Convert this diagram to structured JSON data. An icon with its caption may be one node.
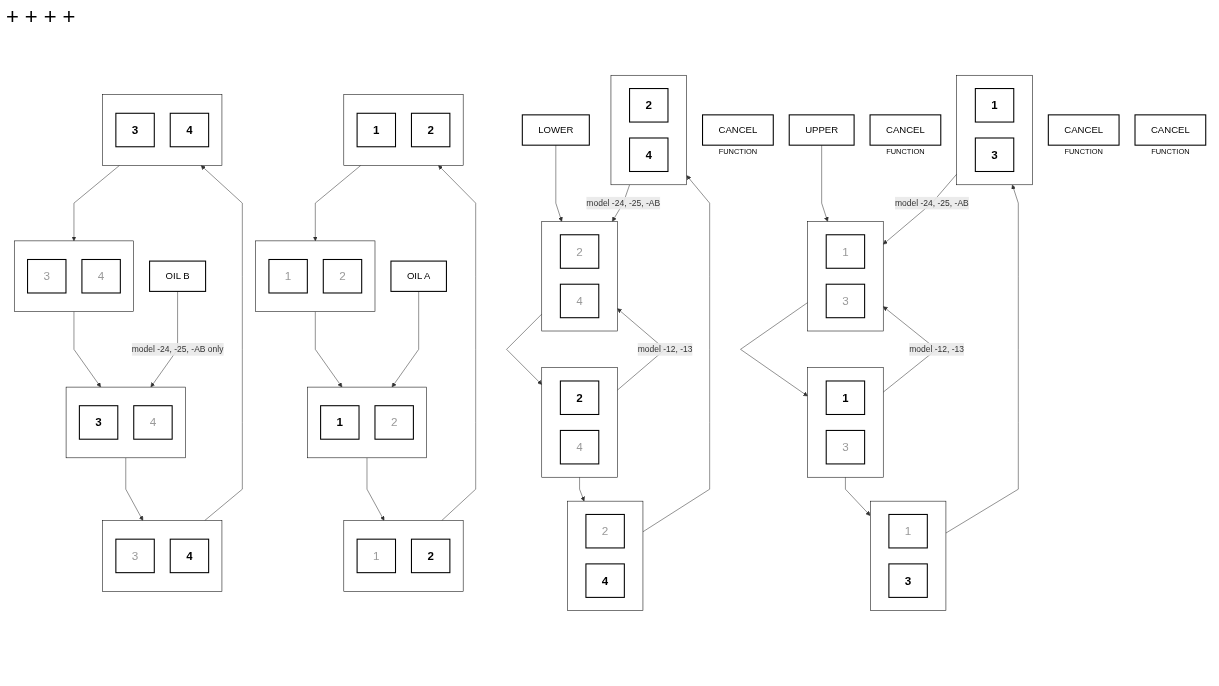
{
  "diagram": {
    "nodes": [
      {
        "text": [
          "CANCEL"
        ],
        "beside": [
          "FUNCTION"
        ]
      },
      {
        "text": [
          "UPPER"
        ]
      },
      {
        "text": [],
        "shape": "box"
      },
      {
        "text": [
          "1"
        ],
        "in": 2
      },
      {
        "text": [
          "3"
        ],
        "in": 2
      },
      {
        "text": [],
        "shape": "box"
      },
      {
        "text": [
          "1"
        ],
        "in": 5
      },
      {
        "text": [
          "3"
        ],
        "in": 5
      },
      {
        "text": [],
        "shape": "box"
      },
      {
        "text": [
          "1"
        ],
        "in": 8
      },
      {
        "text": [
          "3"
        ],
        "in": 8
      },
      {
        "text": [],
        "shape": "box"
      },
      {
        "text": [
          "1"
        ],
        "in": 11
      },
      {
        "text": [
          "3"
        ],
        "in": 11
      },
      {
        "text": [
          "CANCEL"
        ],
        "beside": [
          "FUNCTION"
        ]
      },
      {
        "text": [
          "LOWER"
        ]
      },
      {
        "text": [],
        "shape": "box"
      },
      {
        "text": [
          "2"
        ],
        "in": 16
      },
      {
        "text": [
          "4"
        ],
        "in": 16
      },
      {
        "text": [],
        "shape": "box"
      },
      {
        "text": [
          "2"
        ],
        "in": 19
      },
      {
        "text": [
          "4"
        ],
        "in": 19
      },
      {
        "text": [],
        "shape": "box"
      },
      {
        "text": [
          "2"
        ],
        "in": 22
      },
      {
        "text": [
          "4"
        ],
        "in": 22
      },
      {
        "text": [],
        "shape": "box"
      },
      {
        "text": [
          "2"
        ],
        "in": 25
      },
      {
        "text": [
          "4"
        ],
        "in": 25
      },
      {
        "text": [],
        "shape": "box"
      },
      {
        "text": [
          "1"
        ],
        "in": 28
      },
      {
        "text": [
          "2"
        ],
        "in": 28
      },
      {
        "text": [],
        "shape": "box"
      },
      {
        "text": [
          "1"
        ],
        "in": 31
      },
      {
        "text": [
          "2"
        ],
        "in": 31
      },
      {
        "text": [],
        "shape": "box"
      },
      {
        "text": [
          "1"
        ],
        "in": 34
      },
      {
        "text": [
          "2"
        ],
        "in": 34
      },
      {
        "text": [],
        "shape": "box"
      },
      {
        "text": [
          "1"
        ],
        "in": 37
      },
      {
        "text": [
          "2"
        ],
        "in": 37
      },
      {
        "text": [],
        "shape": "box"
      },
      {
        "text": [
          "3"
        ],
        "in": 40
      },
      {
        "text": [
          "4"
        ],
        "in": 40
      },
      {
        "text": [],
        "shape": "box"
      },
      {
        "text": [
          "3"
        ],
        "in": 43
      },
      {
        "text": [
          "4"
        ],
        "in": 43
      },
      {
        "text": [],
        "shape": "box"
      },
      {
        "text": [
          "3"
        ],
        "in": 46
      },
      {
        "text": [
          "4"
        ],
        "in": 46
      },
      {
        "text": [],
        "shape": "box"
      },
      {
        "text": [
          "3"
        ],
        "in": 49
      },
      {
        "text": [
          "4"
        ],
        "in": 49
      },
      {
        "text": [
          "CANCEL"
        ],
        "beside": [
          "FUNCTION"
        ]
      },
      {
        "text": [
          "OIL A"
        ]
      },
      {
        "text": [
          "CANCEL"
        ],
        "beside": [
          "FUNCTION"
        ]
      },
      {
        "text": [
          "OIL B"
        ]
      }
    ],
    "edges": [
      {
        "from": 1,
        "to": 2,
        "arrow": "to"
      },
      {
        "from": 2,
        "to": 5,
        "arrow": "to"
      },
      {
        "from": 5,
        "to": 8,
        "arrow": "to"
      },
      {
        "from": 8,
        "to": 11,
        "arrow": "to"
      },
      {
        "from": 11,
        "to": 2,
        "arrow": "to",
        "label": "model -24, -25, -AB"
      },
      {
        "from": 5,
        "to": 2,
        "arrow": "to",
        "label": "model -12, -13"
      },
      {
        "from": 15,
        "to": 16,
        "arrow": "to"
      },
      {
        "from": 16,
        "to": 19,
        "arrow": "to"
      },
      {
        "from": 19,
        "to": 22,
        "arrow": "to"
      },
      {
        "from": 22,
        "to": 25,
        "arrow": "to"
      },
      {
        "from": 25,
        "to": 16,
        "arrow": "to",
        "label": "model -24, -25, -AB"
      },
      {
        "from": 19,
        "to": 16,
        "arrow": "to",
        "label": "model -12, -13"
      },
      {
        "from": 28,
        "to": 31,
        "arrow": "to"
      },
      {
        "from": 31,
        "to": 34,
        "arrow": "to"
      },
      {
        "from": 34,
        "to": 37,
        "arrow": "to"
      },
      {
        "from": 37,
        "to": 28,
        "arrow": "to"
      },
      {
        "from": 40,
        "to": 43,
        "arrow": "to"
      },
      {
        "from": 43,
        "to": 46,
        "arrow": "to"
      },
      {
        "from": 46,
        "to": 49,
        "arrow": "to"
      },
      {
        "from": 49,
        "to": 40,
        "arrow": "to"
      },
      {
        "from": 53,
        "to": 31,
        "arrow": "to"
      },
      {
        "from": 55,
        "to": 43,
        "arrow": "to",
        "label": "model -24, -25, -AB only"
      }
    ],
    "labels": [
      "+",
      "+",
      "+",
      "+"
    ]
  }
}
